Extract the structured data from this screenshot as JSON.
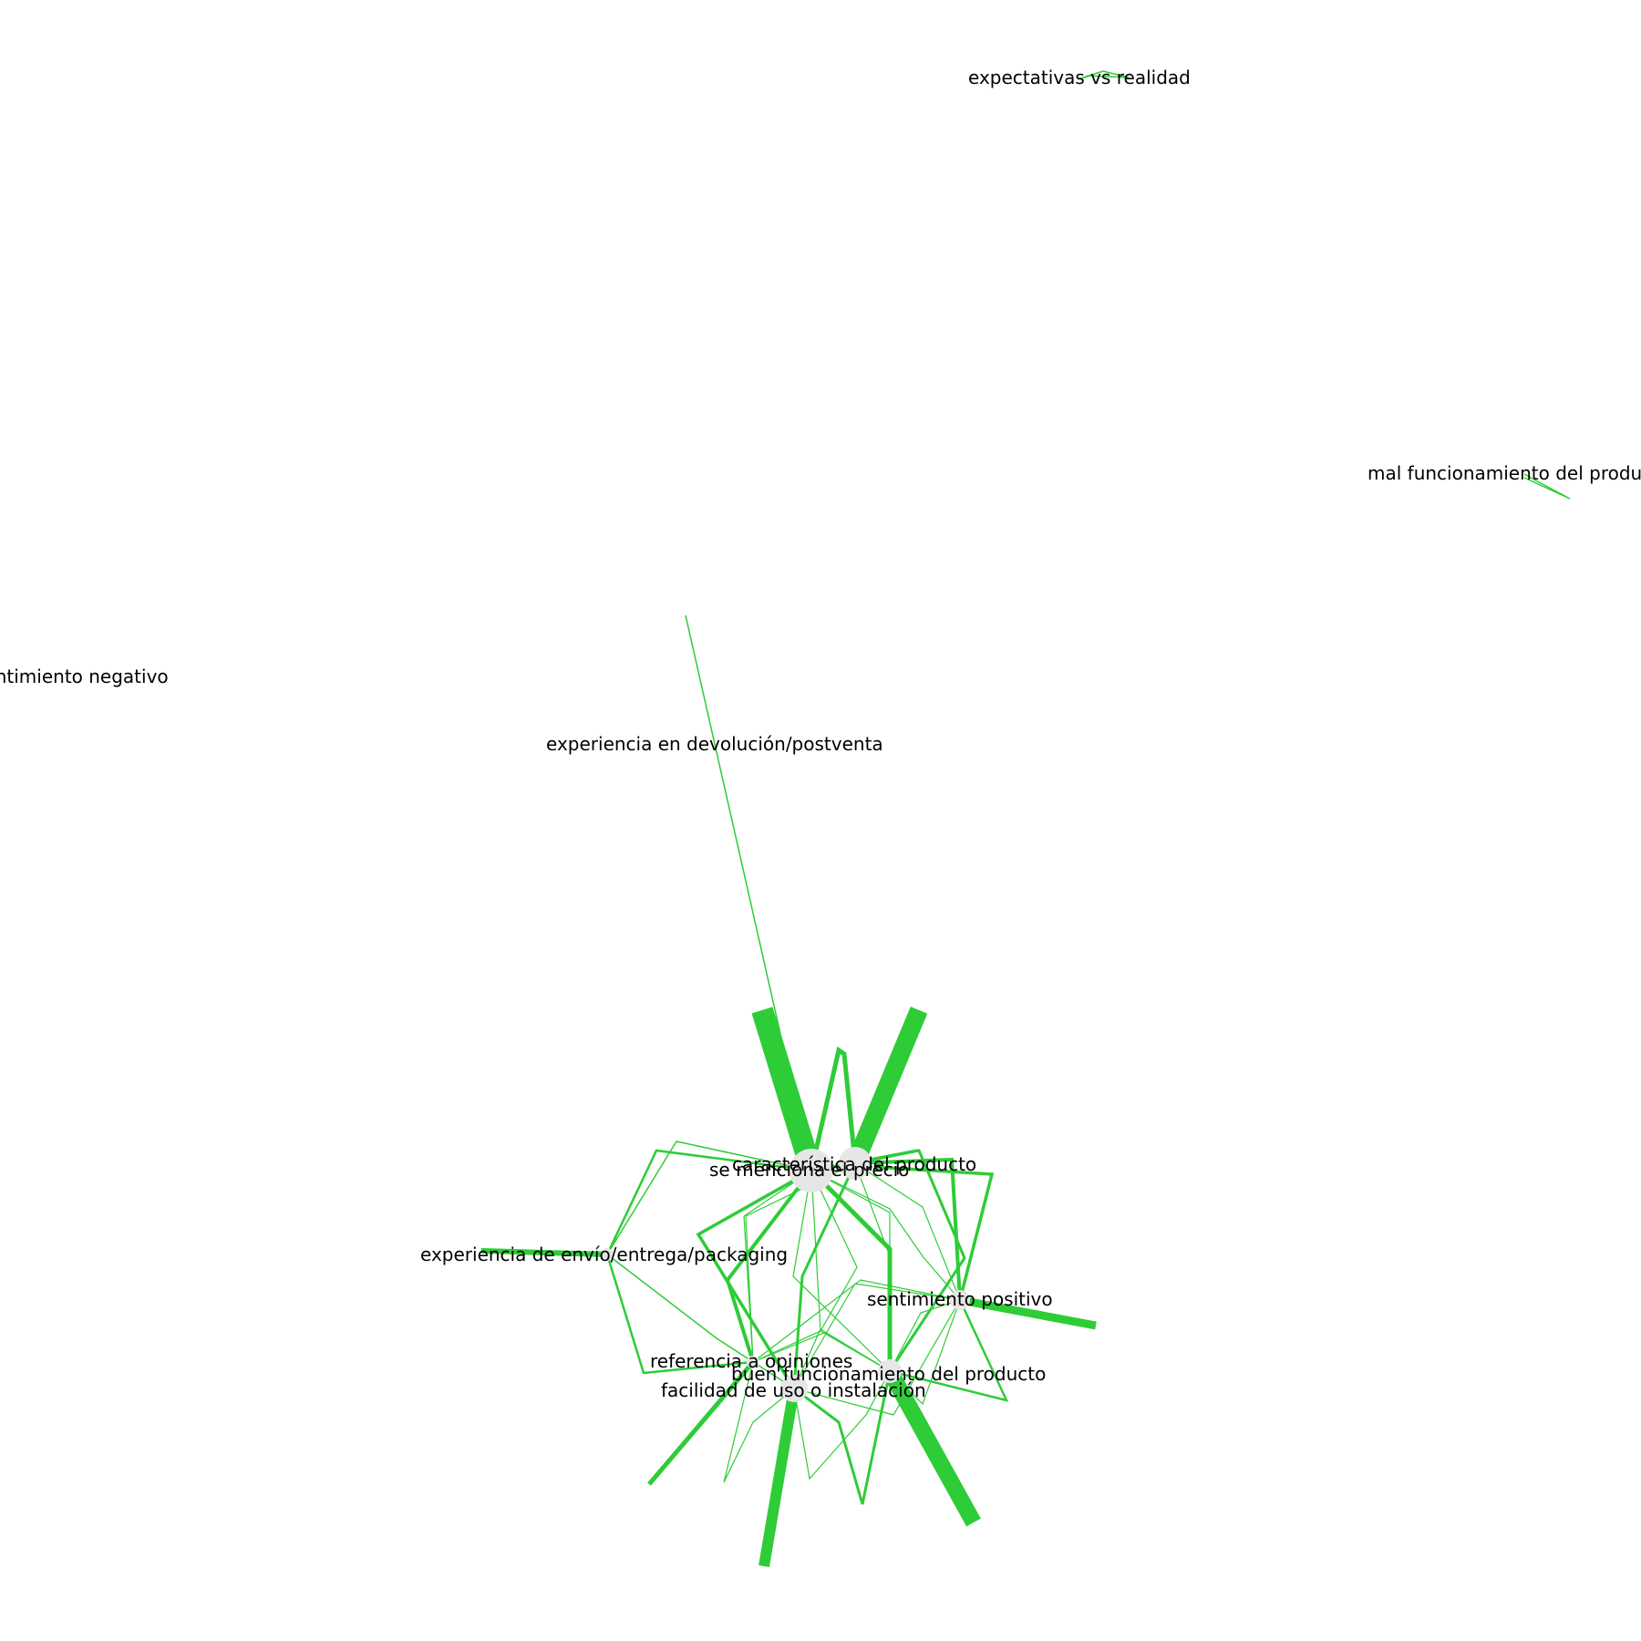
{
  "colors": {
    "edge": "#2ecc37",
    "node": "#e6e6e6",
    "label": "#000000",
    "background": "#ffffff"
  },
  "nodes": {
    "expectativas": {
      "label": "expectativas vs realidad"
    },
    "mal_funcionamiento": {
      "label": "mal funcionamiento del producto"
    },
    "sentimiento_negativo": {
      "label": "sentimiento negativo"
    },
    "devolucion": {
      "label": "experiencia en devolución/postventa"
    },
    "caracteristica": {
      "label": "característica del producto"
    },
    "precio": {
      "label": "se menciona el precio"
    },
    "envio": {
      "label": "experiencia de envío/entrega/packaging"
    },
    "sentimiento_positivo": {
      "label": "sentimiento positivo"
    },
    "opiniones": {
      "label": "referencia a opiniones"
    },
    "buen_funcionamiento": {
      "label": "buen funcionamiento del producto"
    },
    "facilidad": {
      "label": "facilidad de uso o instalación"
    }
  }
}
